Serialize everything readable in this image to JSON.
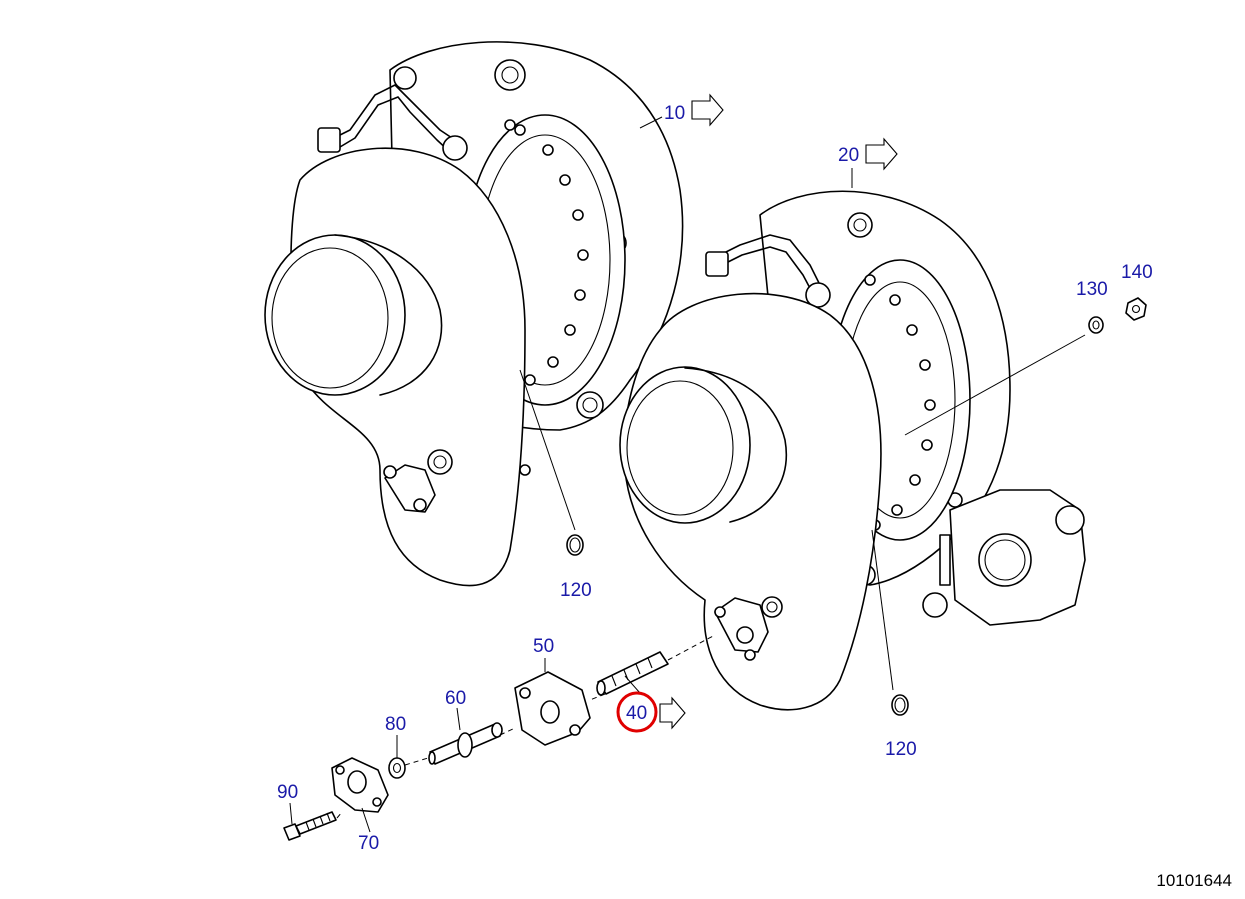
{
  "diagram": {
    "drawing_number": "10101644",
    "accent_color": "#1a1aa8",
    "highlight_color": "#e00000",
    "highlighted_callout": "40",
    "callouts": {
      "c10": "10",
      "c20": "20",
      "c40": "40",
      "c50": "50",
      "c60": "60",
      "c70": "70",
      "c80": "80",
      "c90": "90",
      "c120a": "120",
      "c120b": "120",
      "c130": "130",
      "c140": "140"
    }
  }
}
